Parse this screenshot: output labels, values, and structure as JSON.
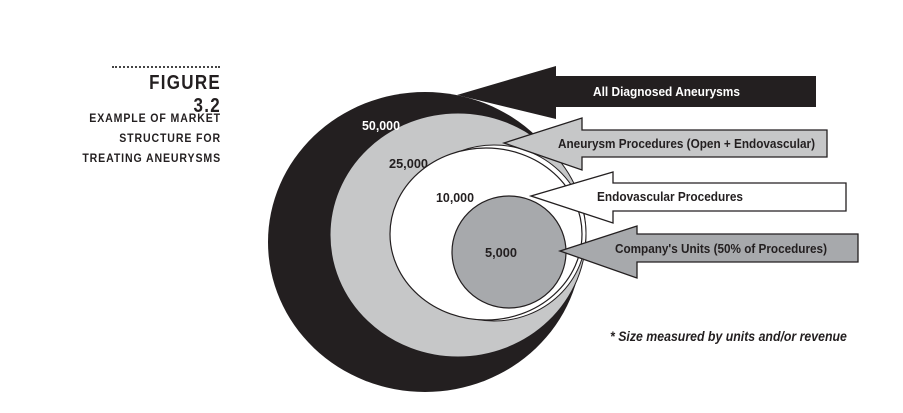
{
  "figure": {
    "label": "FIGURE 3.2",
    "subtitle_lines": [
      "EXAMPLE OF MARKET",
      "STRUCTURE FOR",
      "TREATING ANEURYSMS"
    ]
  },
  "segments": [
    {
      "name": "All Diagnosed Aneurysms",
      "value": "50,000",
      "fill": "#231f20",
      "text_color": "#ffffff"
    },
    {
      "name": "Aneurysm Procedures (Open + Endovascular)",
      "value": "25,000",
      "fill": "#c6c7c8",
      "text_color": "#231f20"
    },
    {
      "name": "Endovascular Procedures",
      "value": "10,000",
      "fill": "#ffffff",
      "text_color": "#231f20"
    },
    {
      "name": "Company's Units (50% of Procedures)",
      "value": "5,000",
      "fill": "#a7a9ac",
      "text_color": "#231f20"
    }
  ],
  "footnote": "* Size measured by units and/or revenue"
}
